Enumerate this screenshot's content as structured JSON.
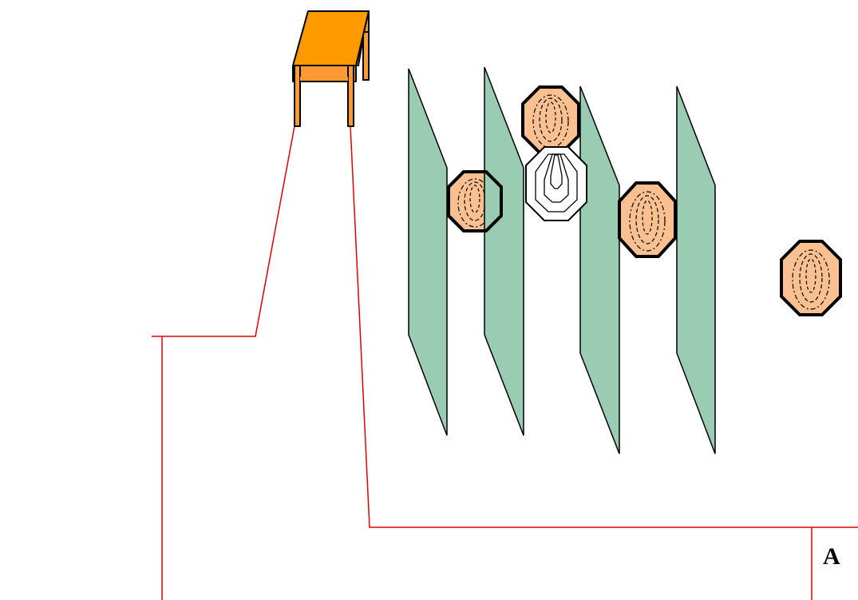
{
  "diagram": {
    "label": "A",
    "colors": {
      "table_top": "#FF9900",
      "table_body": "#FF9933",
      "panel_fill": "#99CCB3",
      "target_fill": "#FAC090",
      "target_alt_fill": "#FFFFFF",
      "line_color": "#E00000",
      "outline": "#000000"
    },
    "objects": {
      "table": "table-icon",
      "panels": [
        "panel",
        "panel",
        "panel",
        "panel"
      ],
      "targets": [
        "target-icon",
        "target-icon",
        "target-icon",
        "target-icon",
        "target-icon"
      ]
    }
  }
}
